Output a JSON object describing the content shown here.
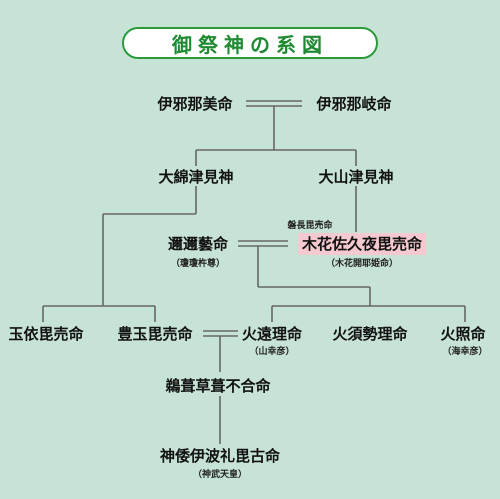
{
  "title": "御祭神の系図",
  "colors": {
    "background": "#c6e3d6",
    "title_green": "#1f8a32",
    "highlight": "#f5c9cf",
    "line": "#666666"
  },
  "nodes": {
    "izanami": "伊邪那美命",
    "izanagi": "伊邪那岐命",
    "owatatsumi": "大綿津見神",
    "oyamatsumi": "大山津見神",
    "iwanaga": "磐長毘売命",
    "ninigi": "邇邇藝命",
    "ninigi_alias": "（瓊瓊杵尊）",
    "konohana": "木花佐久夜毘売命",
    "konohana_alias": "（木花開耶姫命）",
    "tamayori": "玉依毘売命",
    "toyotama": "豊玉毘売命",
    "hoori": "火遠理命",
    "hoori_alias": "（山幸彦）",
    "hosuseri": "火須勢理命",
    "hoderi": "火照命",
    "hoderi_alias": "（海幸彦）",
    "ugaya": "鵜葺草葺不合命",
    "jimmu": "神倭伊波礼毘古命",
    "jimmu_alias": "（神武天皇）"
  }
}
